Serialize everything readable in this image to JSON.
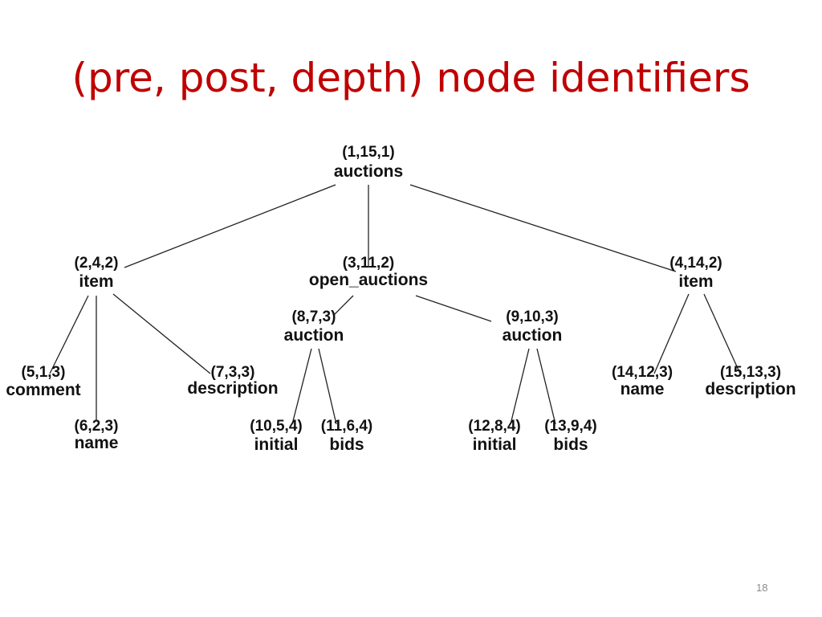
{
  "slide": {
    "title": "(pre, post, depth) node identifiers",
    "page_number": "18",
    "title_color": "#c00000"
  },
  "tree": {
    "nodes": [
      {
        "id": "(1,15,1)",
        "name": "auctions"
      },
      {
        "id": "(2,4,2)",
        "name": "item"
      },
      {
        "id": "(3,11,2)",
        "name": "open_auctions"
      },
      {
        "id": "(4,14,2)",
        "name": "item"
      },
      {
        "id": "(5,1,3)",
        "name": "comment"
      },
      {
        "id": "(6,2,3)",
        "name": "name"
      },
      {
        "id": "(7,3,3)",
        "name": "description"
      },
      {
        "id": "(8,7,3)",
        "name": "auction"
      },
      {
        "id": "(9,10,3)",
        "name": "auction"
      },
      {
        "id": "(14,12,3)",
        "name": "name"
      },
      {
        "id": "(15,13,3)",
        "name": "description"
      },
      {
        "id": "(10,5,4)",
        "name": "initial"
      },
      {
        "id": "(11,6,4)",
        "name": "bids"
      },
      {
        "id": "(12,8,4)",
        "name": "initial"
      },
      {
        "id": "(13,9,4)",
        "name": "bids"
      }
    ]
  }
}
